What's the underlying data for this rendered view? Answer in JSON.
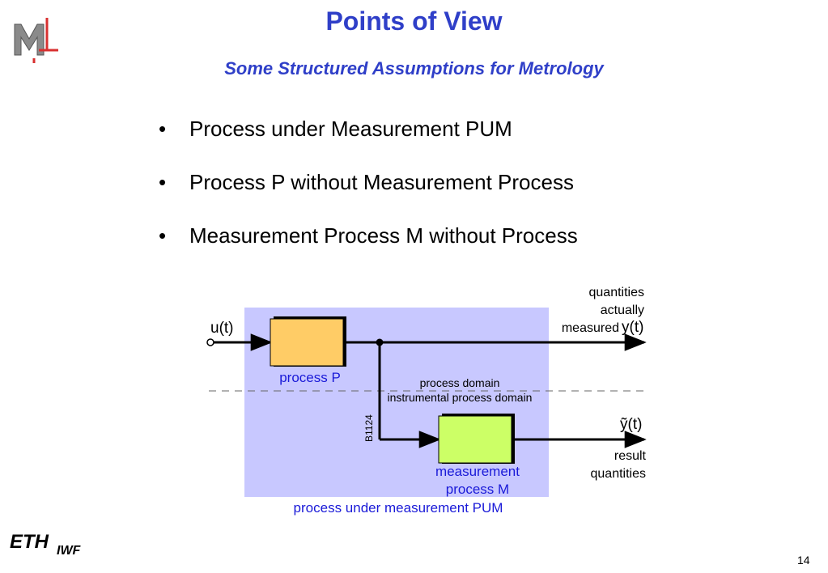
{
  "slide": {
    "title": "Points of View",
    "subtitle": "Some Structured Assumptions for Metrology",
    "page_number": "14"
  },
  "bullets": [
    "Process under Measurement PUM",
    "Process P without Measurement Process",
    "Measurement Process M without Process"
  ],
  "bullet_symbol": "•",
  "diagram": {
    "input_label": "u(t)",
    "quantities_line1": "quantities",
    "quantities_line2": "actually",
    "quantities_line3": "measured",
    "output_label": "y(t)",
    "result_symbol": "ỹ(t)",
    "result_line1": "result",
    "result_line2": "quantities",
    "process_p_label": "process P",
    "domain_upper": "process domain",
    "domain_lower": "instrumental process domain",
    "measurement_line1": "measurement",
    "measurement_line2": "process M",
    "pum_label": "process under measurement PUM",
    "figure_code": "B1124",
    "colors": {
      "pum_background": "#c8c8ff",
      "process_p_fill": "#ffcc66",
      "measurement_fill": "#ccff66",
      "label_blue": "#1a1ad8"
    }
  },
  "footer": {
    "logo_eth": "ETH",
    "logo_iwf": "IWF"
  }
}
